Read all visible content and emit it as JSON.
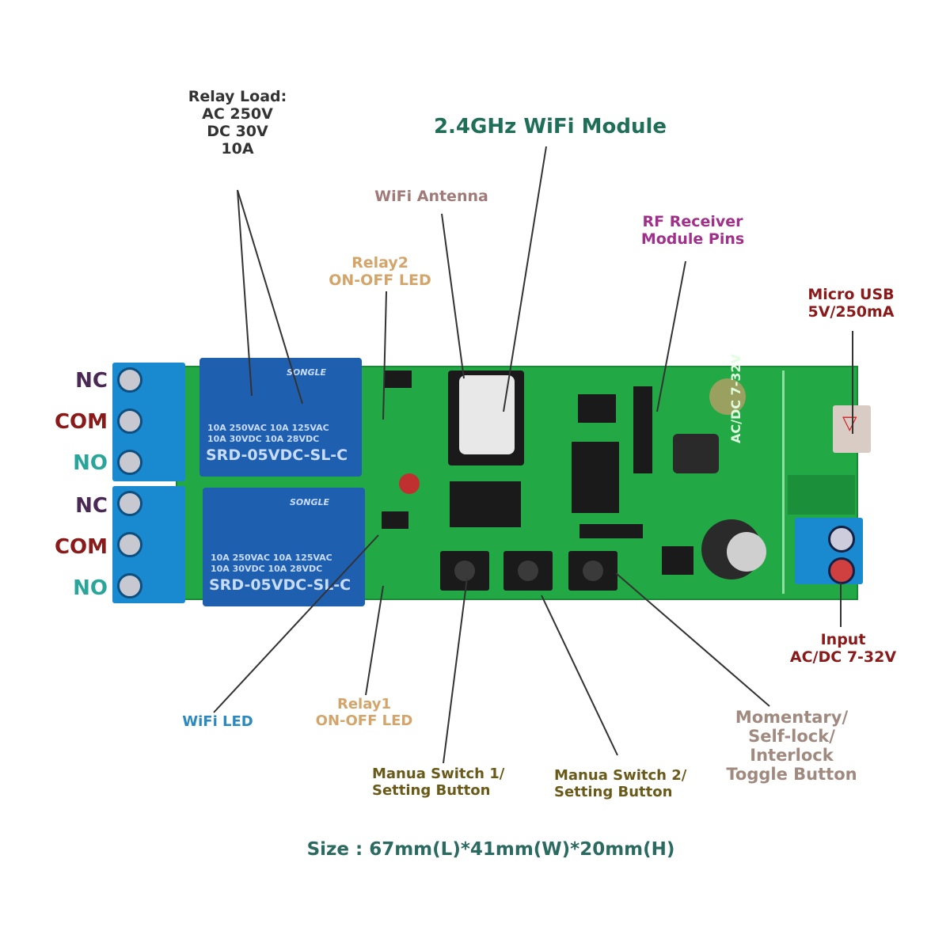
{
  "title": "2.4GHz WiFi Module",
  "labels": {
    "relay_load": [
      "Relay Load:",
      "AC 250V",
      "DC 30V",
      "10A"
    ],
    "wifi_antenna": "WiFi Antenna",
    "relay2_led": [
      "Relay2",
      "ON-OFF LED"
    ],
    "rf_receiver": [
      "RF Receiver",
      "Module Pins"
    ],
    "micro_usb": [
      "Micro USB",
      "5V/250mA"
    ],
    "input": [
      "Input",
      "AC/DC 7-32V"
    ],
    "wifi_led": "WiFi LED",
    "relay1_led": [
      "Relay1",
      "ON-OFF LED"
    ],
    "switch1": [
      "Manua Switch 1/",
      "Setting Button"
    ],
    "switch2": [
      "Manua Switch 2/",
      "Setting Button"
    ],
    "toggle": [
      "Momentary/",
      "Self-lock/",
      "Interlock",
      "Toggle Button"
    ],
    "size": "Size : 67mm(L)*41mm(W)*20mm(H)"
  },
  "terminals": [
    "NC",
    "COM",
    "NO",
    "NC",
    "COM",
    "NO"
  ],
  "relays": [
    {
      "brand": "SONGLE",
      "ratings": [
        "10A 250VAC  10A 125VAC",
        "10A 30VDC  10A 28VDC"
      ],
      "model": "SRD-05VDC-SL-C"
    },
    {
      "brand": "SONGLE",
      "ratings": [
        "10A 250VAC  10A 125VAC",
        "10A 30VDC  10A 28VDC"
      ],
      "model": "SRD-05VDC-SL-C"
    }
  ],
  "pcb_text": "AC/DC 7-32V",
  "colors": {
    "title": "#1f6e57",
    "nc": "#4a2a55",
    "com": "#8a1a1a",
    "no": "#2aa59a",
    "antenna": "#a07a78",
    "relay_led": "#d4a56a",
    "rf": "#a0308a",
    "usb": "#8a1a1a",
    "wifi_led": "#2a8ac0",
    "switch": "#6a5a1a",
    "toggle": "#a08a80",
    "size": "#2a6a60",
    "pcb": "#22a040",
    "relay": "#1f5fb0",
    "terminal": "#1a8ad0"
  }
}
